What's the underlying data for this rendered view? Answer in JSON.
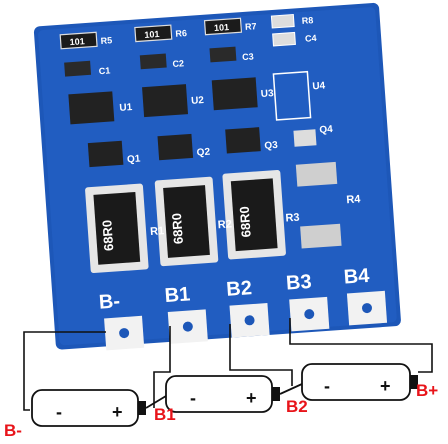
{
  "board": {
    "pads": [
      "B-",
      "B1",
      "B2",
      "B3",
      "B4"
    ],
    "resistor_value": "68R0",
    "resistor_labels": [
      "R1",
      "R2",
      "R3",
      "R4"
    ],
    "ic_labels": [
      "U1",
      "U2",
      "U3",
      "U4"
    ],
    "transistor_labels": [
      "Q1",
      "Q2",
      "Q3",
      "Q4"
    ],
    "top_resistor_marking": "101",
    "top_labels": [
      "R5",
      "C1",
      "R6",
      "C2",
      "R7",
      "C3",
      "R8",
      "C4"
    ]
  },
  "wiring": {
    "labels": [
      "B-",
      "B1",
      "B2",
      "B+"
    ],
    "cell_signs": {
      "neg": "-",
      "pos": "+"
    }
  }
}
